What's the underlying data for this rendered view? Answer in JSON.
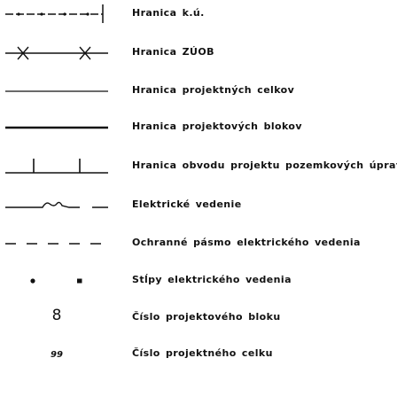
{
  "legend": {
    "items": [
      {
        "label": "Hranica k.ú."
      },
      {
        "label": "Hranica ZÚOB"
      },
      {
        "label": "Hranica projektných celkov"
      },
      {
        "label": "Hranica projektových blokov"
      },
      {
        "label": "Hranica obvodu projektu pozemkových úprav"
      },
      {
        "label": "Elektrické vedenie"
      },
      {
        "label": "Ochranné pásmo elektrického vedenia"
      },
      {
        "label": "Stĺpy elektrického vedenia"
      },
      {
        "label": "Číslo projektového bloku",
        "symbol_text": "8"
      },
      {
        "label": "Číslo projektného celku",
        "symbol_text": "99"
      }
    ]
  }
}
